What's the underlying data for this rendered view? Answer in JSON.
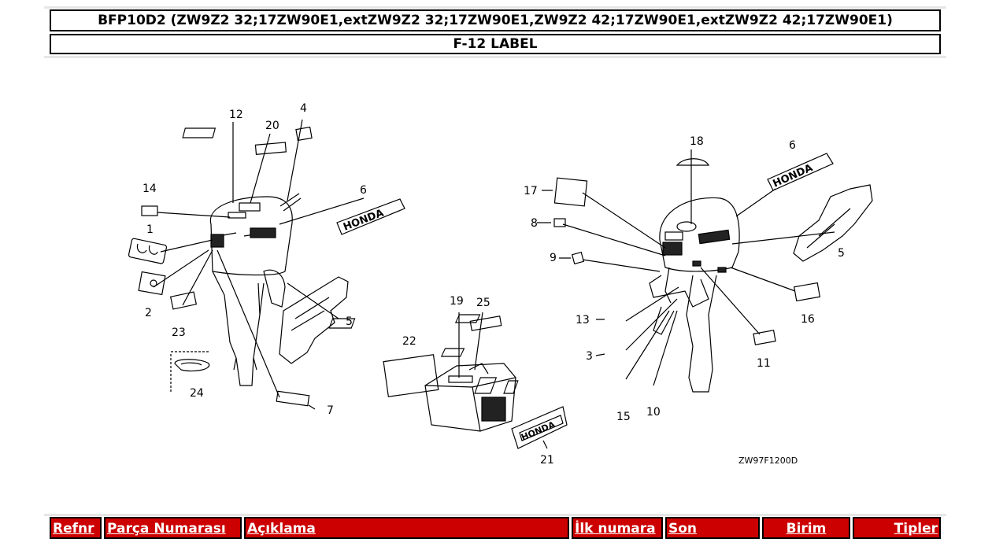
{
  "header": {
    "model_title": "BFP10D2 (ZW9Z2 32;17ZW90E1,extZW9Z2 32;17ZW90E1,ZW9Z2 42;17ZW90E1,extZW9Z2 42;17ZW90E1)",
    "section_title": "F-12 LABEL"
  },
  "diagram": {
    "drawing_code": "ZW97F1200D",
    "brand_text": "HONDA",
    "callouts": [
      "1",
      "2",
      "3",
      "4",
      "5",
      "5",
      "6",
      "6",
      "7",
      "8",
      "9",
      "10",
      "11",
      "12",
      "13",
      "14",
      "15",
      "16",
      "17",
      "18",
      "19",
      "20",
      "21",
      "22",
      "23",
      "24",
      "25"
    ]
  },
  "table": {
    "columns": [
      "Refnr",
      "Parça Numarası",
      "Açıklama",
      "İlk numara",
      "Son",
      "Birim",
      "Tipler"
    ]
  }
}
